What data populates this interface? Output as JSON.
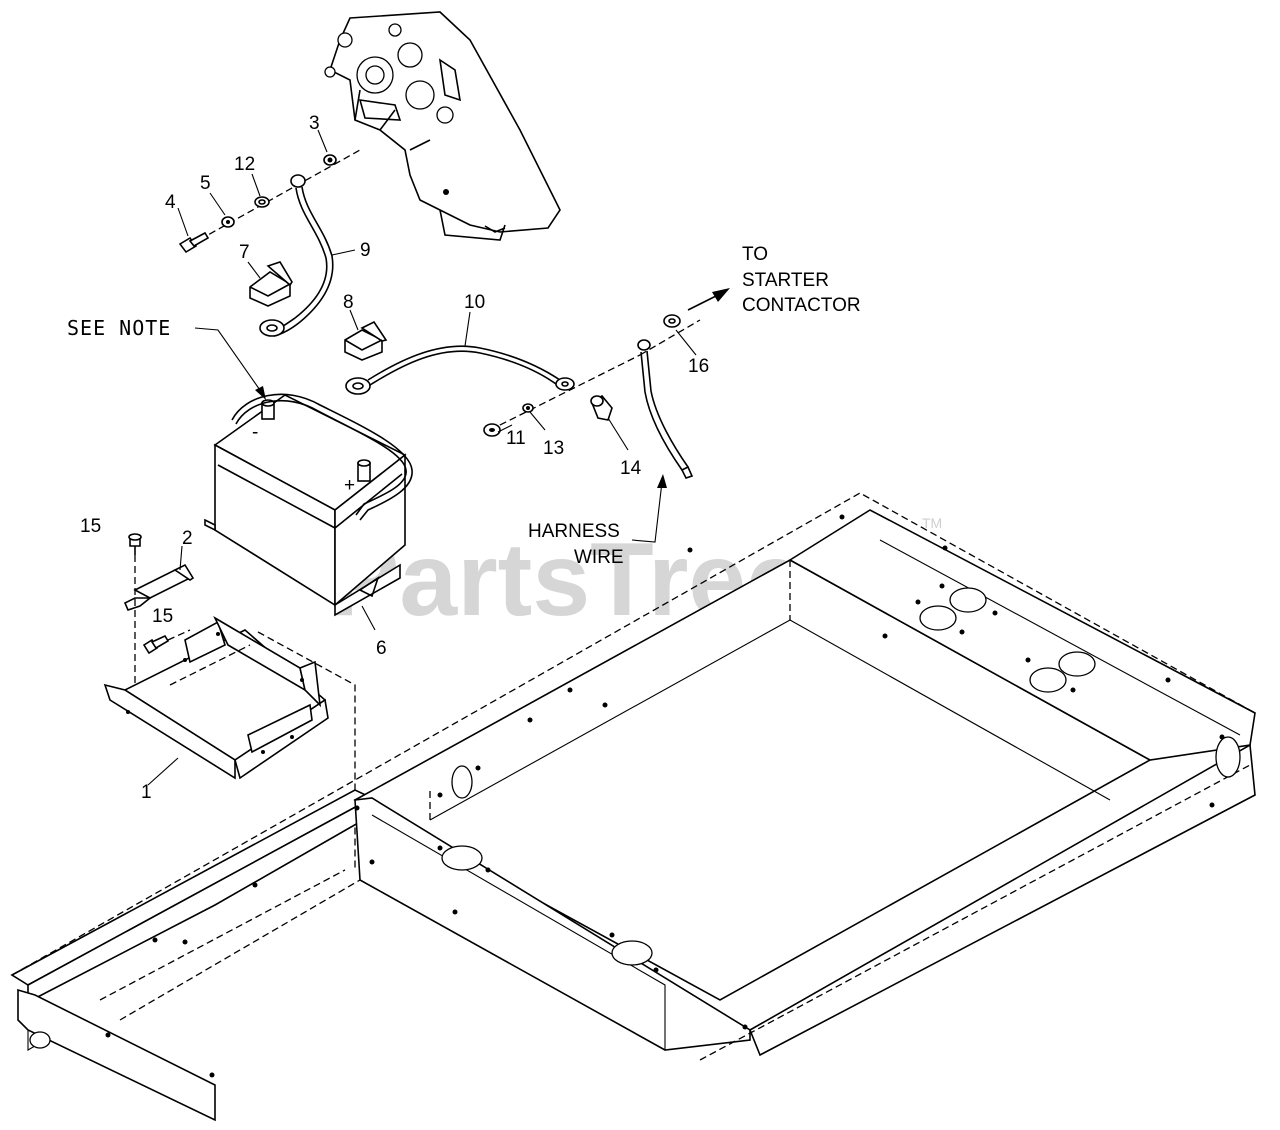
{
  "watermark": {
    "brand": "PartsTree",
    "trademark": "TM"
  },
  "callouts": {
    "c1": "1",
    "c2": "2",
    "c3": "3",
    "c4": "4",
    "c5": "5",
    "c6": "6",
    "c7": "7",
    "c8": "8",
    "c9": "9",
    "c10": "10",
    "c11": "11",
    "c12": "12",
    "c13": "13",
    "c14": "14",
    "c15a": "15",
    "c15b": "15",
    "c16": "16"
  },
  "notes": {
    "see_note": "SEE NOTE",
    "to_line1": "TO",
    "to_line2": "STARTER",
    "to_line3": "CONTACTOR",
    "harness_line1": "HARNESS",
    "harness_line2": "WIRE"
  },
  "battery_marks": {
    "negative": "-",
    "positive": "+"
  }
}
